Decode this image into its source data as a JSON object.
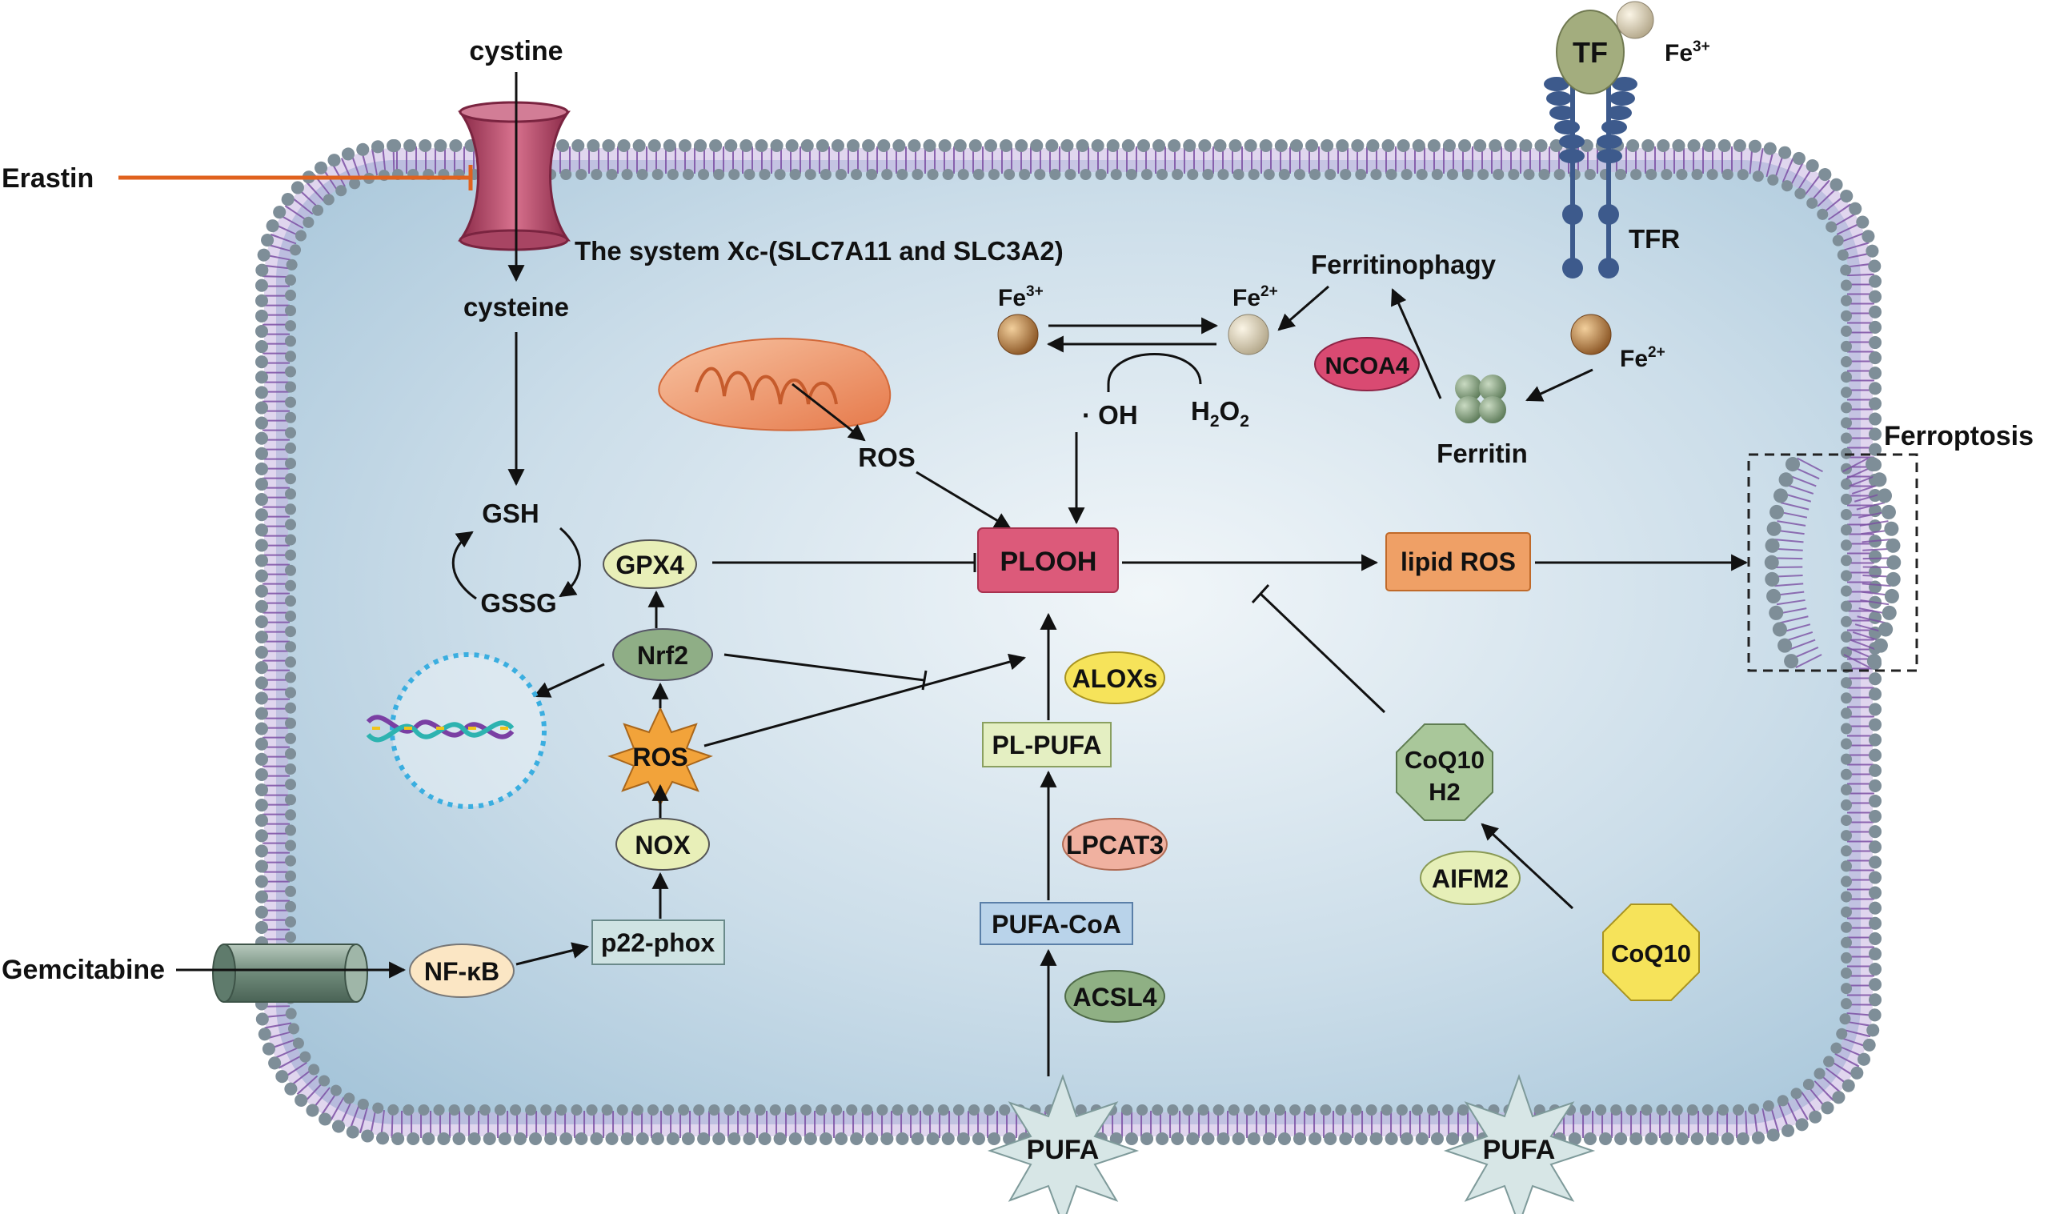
{
  "labels": {
    "cystine": "cystine",
    "erastin": "Erastin",
    "system_xc": "The system Xc-(SLC7A11 and SLC3A2)",
    "cysteine": "cysteine",
    "gsh": "GSH",
    "gssg": "GSSG",
    "gpx4": "GPX4",
    "nrf2": "Nrf2",
    "ros_star": "ROS",
    "nox": "NOX",
    "p22phox": "p22-phox",
    "nfkb": "NF-κB",
    "gemcitabine": "Gemcitabine",
    "ros_mito": "ROS",
    "plooh": "PLOOH",
    "lipid_ros": "lipid ROS",
    "ferroptosis": "Ferroptosis",
    "alox": "ALOXs",
    "plpufa": "PL-PUFA",
    "lpcat3": "LPCAT3",
    "pufacoa": "PUFA-CoA",
    "acsl4": "ACSL4",
    "pufa_1": "PUFA",
    "pufa_2": "PUFA",
    "coq10h2_line1": "CoQ10",
    "coq10h2_line2": "H2",
    "aifm2": "AIFM2",
    "coq10": "CoQ10",
    "oh": "· OH",
    "h2o2_main": "H",
    "h2o2_sub1": "2",
    "h2o2_o": "O",
    "h2o2_sub2": "2",
    "fe3_left": "Fe",
    "fe3_left_sup": "3+",
    "fe2_mid": "Fe",
    "fe2_mid_sup": "2+",
    "ferritinophagy": "Ferritinophagy",
    "ncoa4": "NCOA4",
    "ferritin": "Ferritin",
    "fe2_right": "Fe",
    "fe2_right_sup": "2+",
    "tf": "TF",
    "fe3_top": "Fe",
    "fe3_top_sup": "3+",
    "tfr": "TFR"
  },
  "colors": {
    "cytoplasm_center": "#eef3f6",
    "cytoplasm_edge": "#a9c7da",
    "membrane_bead": "#8fa0ab",
    "membrane_tail": "#7b4fa3",
    "inhibitor_orange": "#e0621e",
    "plooh_fill": "#dc5a7a",
    "lipid_ros_fill": "#efa066",
    "gpx4_fill": "#e8efb8",
    "nrf2_fill": "#8fae86",
    "ros_star_fill": "#f2a33a",
    "nox_fill": "#e8efb8",
    "p22phox_fill": "#cfe3e3",
    "nfkb_fill": "#fbe6c4",
    "alox_fill": "#f6e35a",
    "plpufa_fill": "#e4efc2",
    "lpcat3_fill": "#f0b1a0",
    "pufacoa_fill": "#b9d3ea",
    "acsl4_fill": "#8fb084",
    "coq10h2_fill": "#a9c79a",
    "aifm2_fill": "#e6efb8",
    "coq10_fill": "#f6e35a",
    "ncoa4_fill": "#d94a72",
    "ferritin_fill": "#7f9a7a",
    "tf_fill": "#a3ad7e",
    "tfr_fill": "#3d5a8c",
    "dna_circle": "#3aaee0",
    "mito_fill": "#f09a70",
    "channel_fill": "#c04a6a",
    "gem_channel_fill": "#7f9688"
  }
}
